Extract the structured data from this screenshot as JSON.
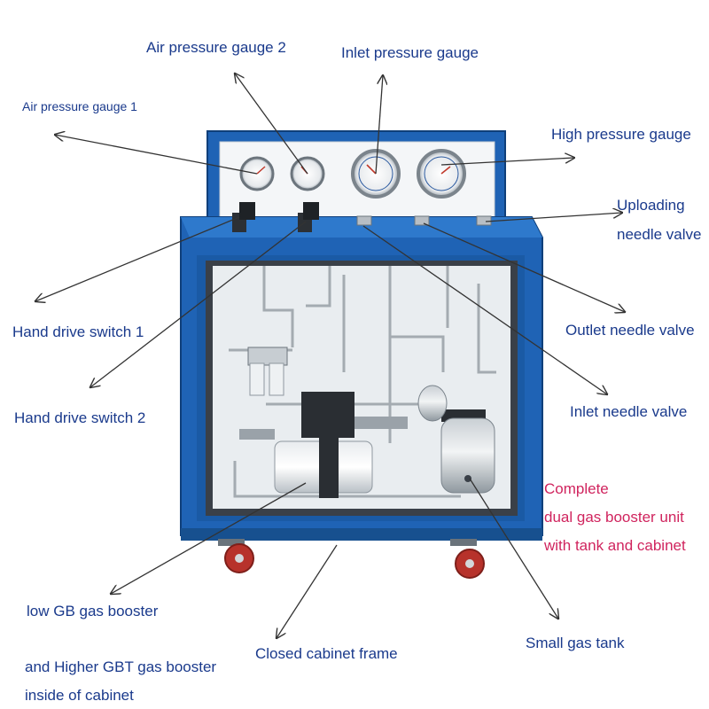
{
  "labels": {
    "air_pressure_gauge_2": "Air pressure gauge 2",
    "inlet_pressure_gauge": "Inlet pressure gauge",
    "air_pressure_gauge_1": "Air  pressure gauge 1",
    "high_pressure_gauge": "High pressure gauge",
    "uploading_line1": "Uploading",
    "uploading_line2": "needle valve",
    "hand_drive_switch_1": "Hand drive switch 1",
    "outlet_needle_valve": "Outlet needle valve",
    "hand_drive_switch_2": "Hand drive switch 2",
    "inlet_needle_valve": "Inlet needle valve",
    "complete_line1": "Complete",
    "complete_line2": "dual gas booster unit",
    "complete_line3": "with tank and cabinet",
    "low_gb_booster": "low  GB gas booster",
    "closed_cabinet_frame": "Closed cabinet frame",
    "small_gas_tank": "Small gas tank",
    "higher_gbt_line1": "and Higher GBT gas booster",
    "higher_gbt_line2": "inside of cabinet"
  },
  "colors": {
    "label_text": "#1a3a8c",
    "highlight_text": "#d0245e",
    "cabinet_blue": "#1f63b5",
    "panel_white": "#f4f6f8",
    "arrow": "#333333"
  }
}
